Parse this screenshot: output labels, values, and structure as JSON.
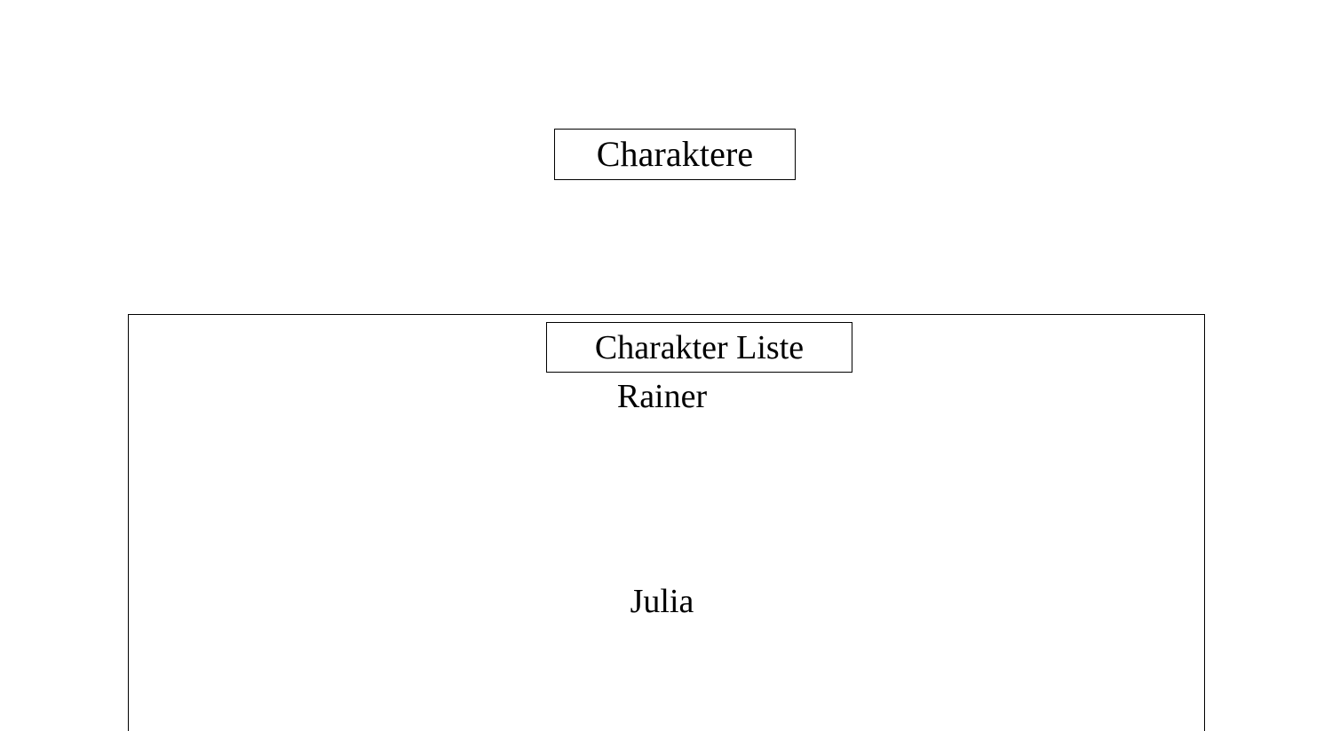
{
  "page": {
    "title": "Charaktere",
    "background_color": "#ffffff",
    "text_color": "#000000",
    "border_color": "#000000"
  },
  "header": {
    "title": "Charaktere"
  },
  "character_list": {
    "title": "Charakter Liste",
    "entries": [
      {
        "name": "Rainer"
      },
      {
        "name": "Julia"
      }
    ]
  }
}
